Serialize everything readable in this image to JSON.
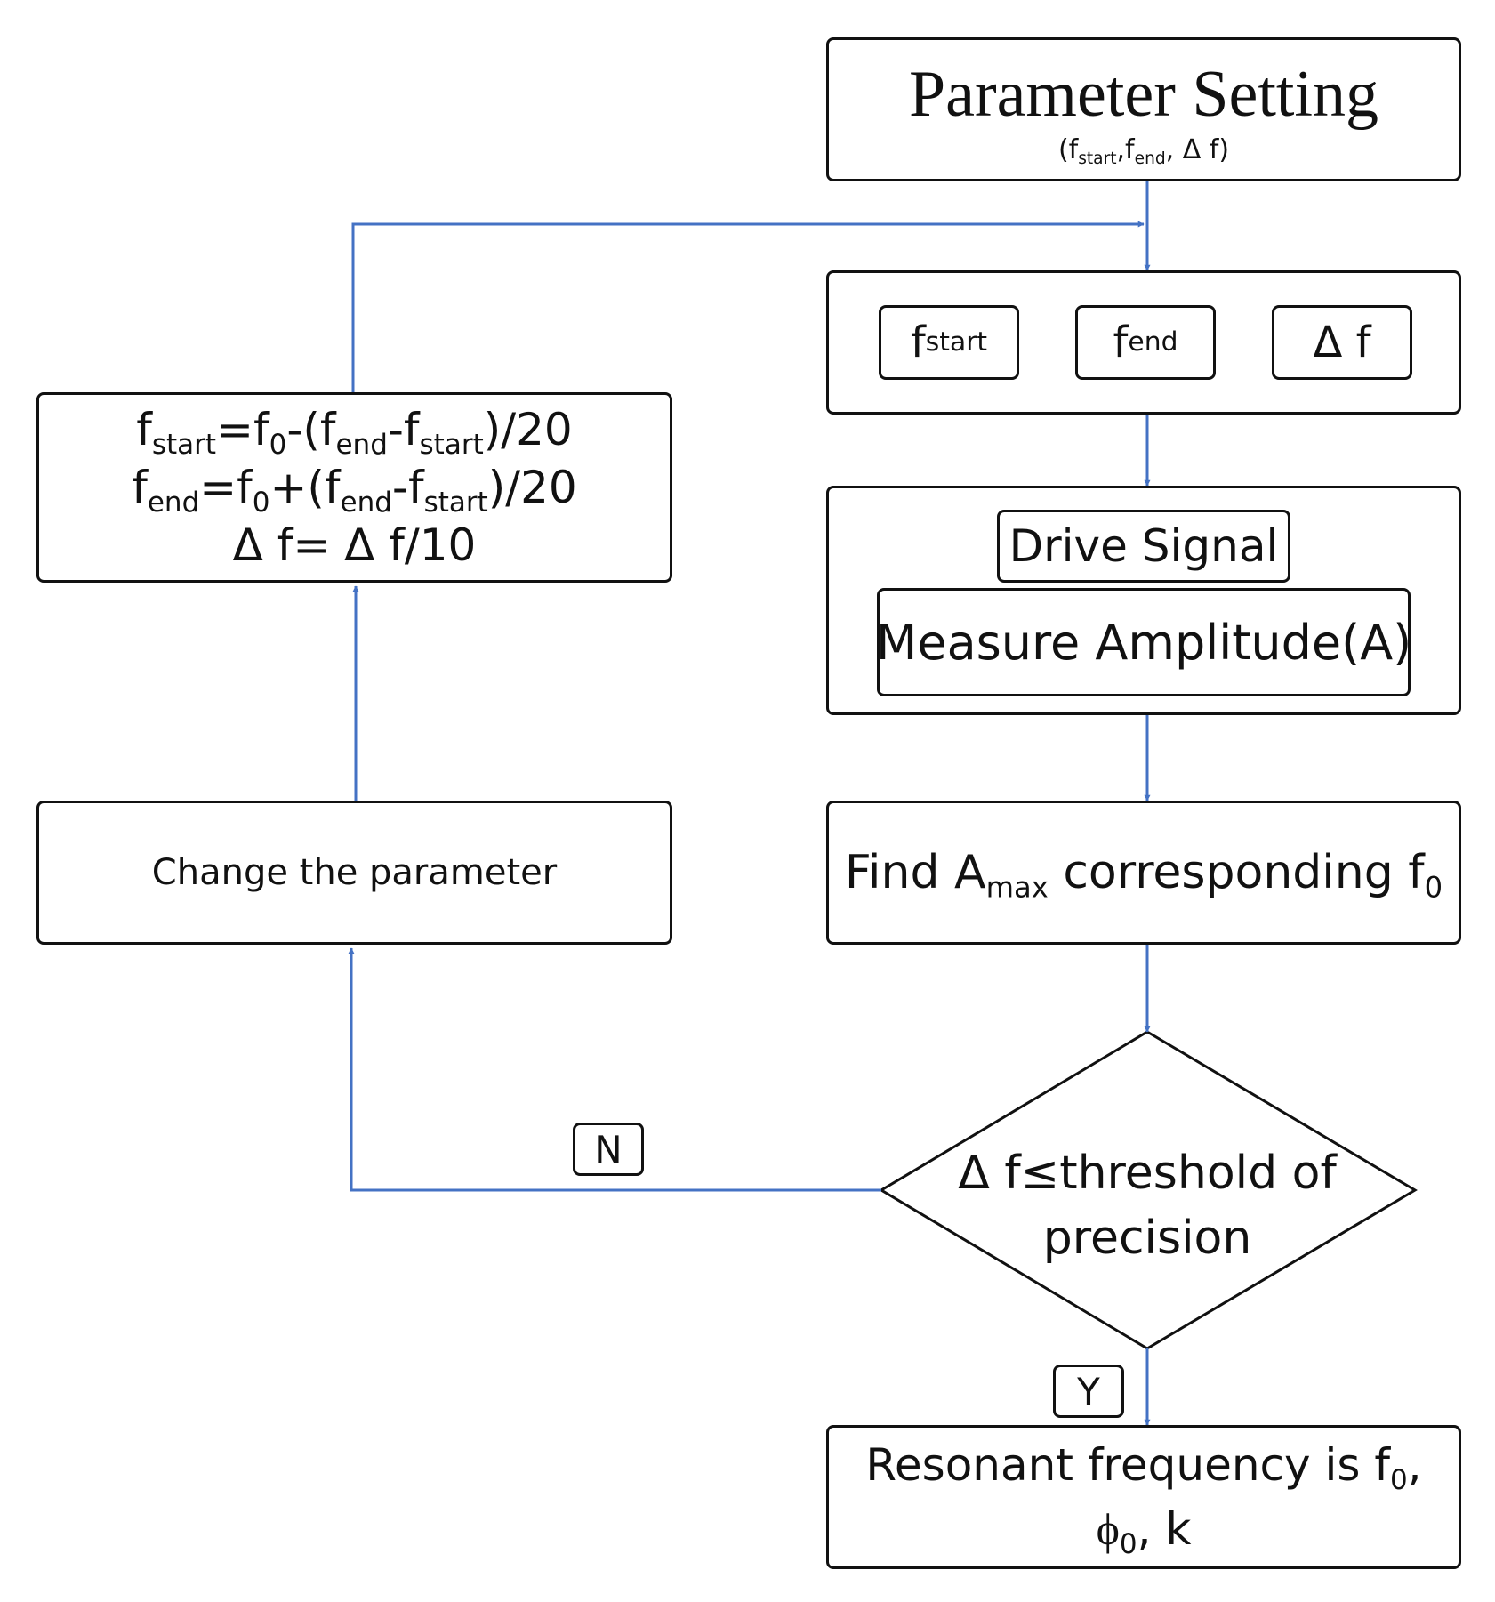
{
  "colors": {
    "arrow": "#4472C4",
    "border": "#111111",
    "background": "#ffffff"
  },
  "parameter_setting": {
    "title": "Parameter Setting",
    "params": {
      "open": "(f",
      "start_sub": "start",
      "sep1": ",f",
      "end_sub": "end",
      "rest": ", Δ f)"
    }
  },
  "params_row": {
    "fstart": {
      "base": "f",
      "sub": "start"
    },
    "fend": {
      "base": "f",
      "sub": "end"
    },
    "delta_f": "Δ f"
  },
  "measure_group": {
    "drive_signal": "Drive Signal",
    "measure_amplitude": "Measure Amplitude(A)"
  },
  "find_amax": {
    "prefix": "Find A",
    "max_sub": "max",
    "middle": " corresponding f",
    "f0_sub": "0"
  },
  "decision": {
    "line1": "Δ f≤threshold of",
    "line2": "precision"
  },
  "result": {
    "line1_prefix": "Resonant frequency is f",
    "line1_sub": "0",
    "line1_suffix": ",",
    "line2_phi": "ϕ",
    "line2_sub": "0",
    "line2_suffix": ",   k"
  },
  "change_parameter": {
    "label": "Change the parameter"
  },
  "update_formulas": {
    "line1": {
      "f": "f",
      "s1": "start",
      "eq": "=f",
      "s2": "0",
      "mid": "-(f",
      "s3": "end",
      "minus": "-f",
      "s4": "start",
      "tail": ")/20"
    },
    "line2": {
      "f": "f",
      "s1": "end",
      "eq": "=f",
      "s2": "0",
      "mid": "+(f",
      "s3": "end",
      "minus": "-f",
      "s4": "start",
      "tail": ")/20"
    },
    "line3": "Δ f= Δ f/10"
  },
  "branch_labels": {
    "no": "N",
    "yes": "Y"
  }
}
